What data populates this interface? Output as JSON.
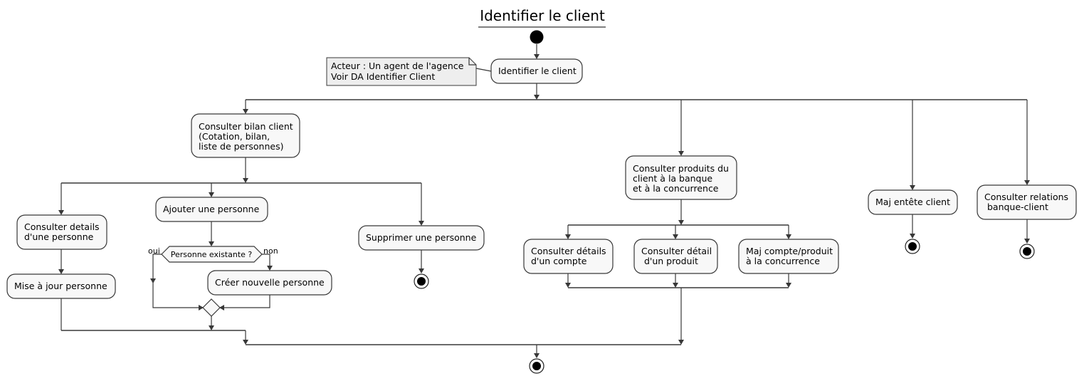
{
  "title": "Identifier le client",
  "note": {
    "lines": [
      "Acteur : Un agent de l'agence",
      "Voir DA Identifier Client"
    ]
  },
  "activities": {
    "identifier": {
      "lines": [
        "Identifier le client"
      ]
    },
    "bilan": {
      "lines": [
        "Consulter bilan client",
        "(Cotation, bilan,",
        "liste de personnes)"
      ]
    },
    "details_personne": {
      "lines": [
        "Consulter details",
        "d'une personne"
      ]
    },
    "maj_personne": {
      "lines": [
        "Mise à jour personne"
      ]
    },
    "ajouter_personne": {
      "lines": [
        "Ajouter une personne"
      ]
    },
    "creer_personne": {
      "lines": [
        "Créer nouvelle personne"
      ]
    },
    "supprimer_personne": {
      "lines": [
        "Supprimer une personne"
      ]
    },
    "produits": {
      "lines": [
        "Consulter produits du",
        "client à la banque",
        "et à la concurrence"
      ]
    },
    "details_compte": {
      "lines": [
        "Consulter détails",
        "d'un compte"
      ]
    },
    "detail_produit": {
      "lines": [
        "Consulter détail",
        " d'un produit"
      ]
    },
    "maj_compte": {
      "lines": [
        "Maj compte/produit",
        "à la concurrence"
      ]
    },
    "maj_entete": {
      "lines": [
        "Maj entête client"
      ]
    },
    "relations": {
      "lines": [
        "Consulter relations",
        " banque-client"
      ]
    }
  },
  "decision": {
    "question": "Personne existante ?",
    "yes_label": "oui",
    "no_label": "non"
  }
}
